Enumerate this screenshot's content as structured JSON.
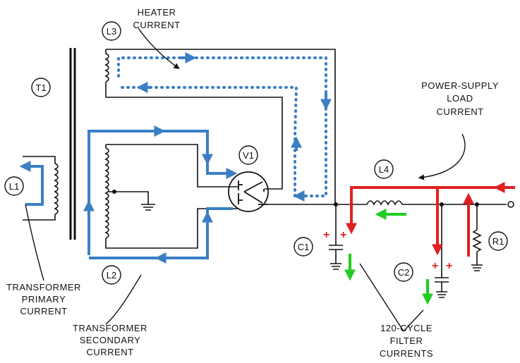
{
  "labels": {
    "heater_current": [
      "HEATER",
      "CURRENT"
    ],
    "power_supply_load_current": [
      "POWER-SUPPLY",
      "LOAD",
      "CURRENT"
    ],
    "transformer_primary_current": [
      "TRANSFORMER",
      "PRIMARY",
      "CURRENT"
    ],
    "transformer_secondary_current": [
      "TRANSFORMER",
      "SECONDARY",
      "CURRENT"
    ],
    "filter_currents": [
      "120-CYCLE",
      "FILTER",
      "CURRENTS"
    ]
  },
  "components": {
    "t1": "T1",
    "l1": "L1",
    "l2": "L2",
    "l3": "L3",
    "l4": "L4",
    "v1": "V1",
    "c1": "C1",
    "c2": "C2",
    "r1": "R1"
  },
  "colors": {
    "wire": "#111111",
    "transformer_current": "#3a7fc4",
    "load_current": "#e02020",
    "filter_current": "#22cc22"
  }
}
